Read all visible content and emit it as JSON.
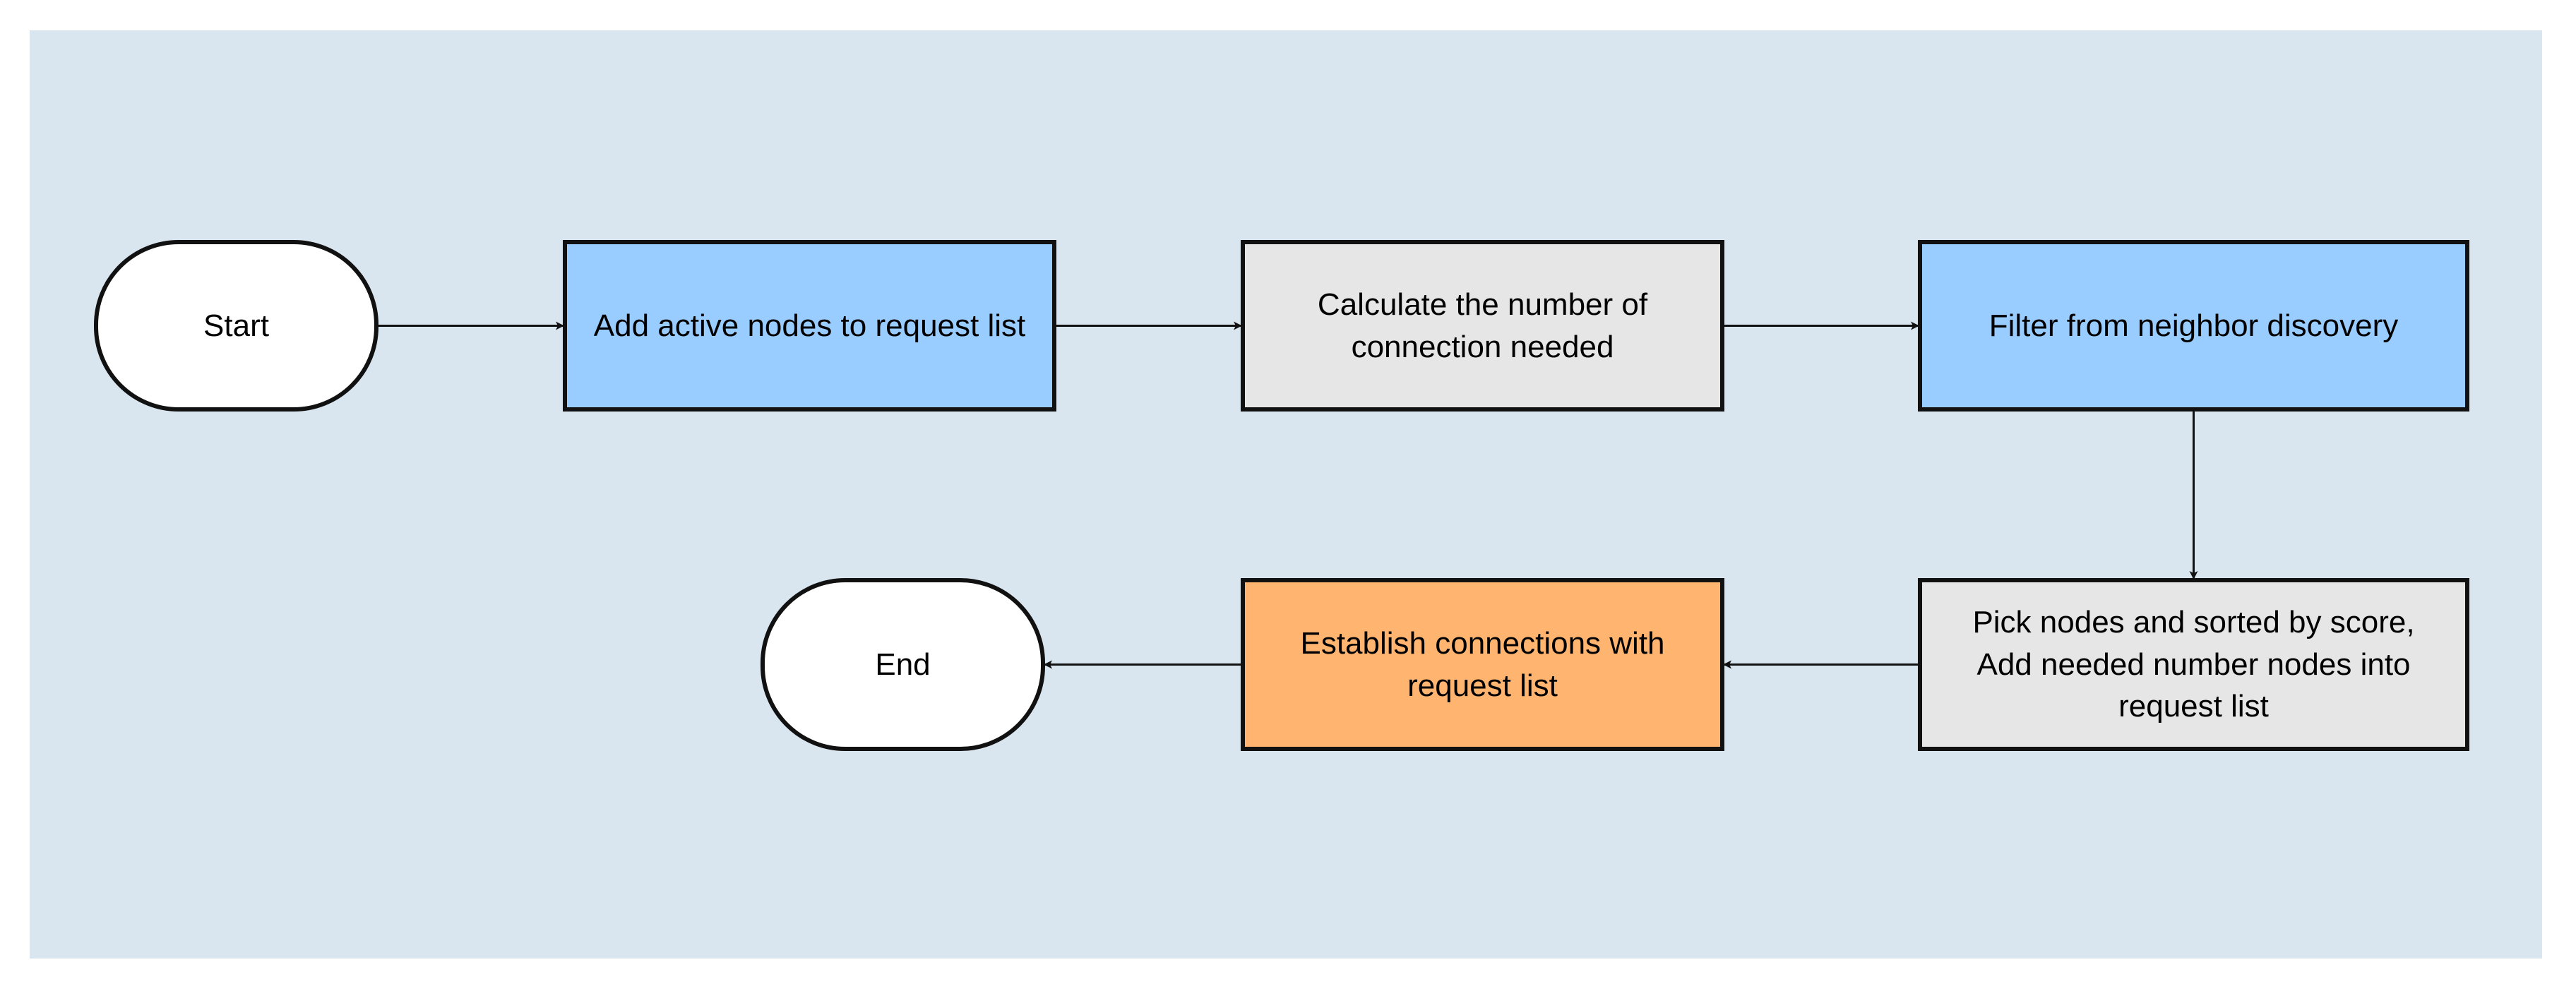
{
  "diagram": {
    "colors": {
      "background_panel": "#d9e5ef",
      "terminal_fill": "#ffffff",
      "process_blue": "#99ccff",
      "process_gray": "#e6e6e6",
      "process_orange": "#ffb570",
      "stroke": "#111111"
    },
    "nodes": {
      "start": {
        "label": "Start"
      },
      "add_active": {
        "label": "Add active nodes to request list"
      },
      "calculate": {
        "line1": "Calculate the number of",
        "line2": "connection needed"
      },
      "filter": {
        "label": "Filter from neighbor discovery"
      },
      "pick": {
        "line1": "Pick nodes and sorted by score,",
        "line2": "Add needed number nodes into",
        "line3": "request list"
      },
      "establish": {
        "line1": "Establish connections with",
        "line2": "request list"
      },
      "end": {
        "label": "End"
      }
    },
    "edges": [
      {
        "from": "start",
        "to": "add_active"
      },
      {
        "from": "add_active",
        "to": "calculate"
      },
      {
        "from": "calculate",
        "to": "filter"
      },
      {
        "from": "filter",
        "to": "pick"
      },
      {
        "from": "pick",
        "to": "establish"
      },
      {
        "from": "establish",
        "to": "end"
      }
    ]
  }
}
